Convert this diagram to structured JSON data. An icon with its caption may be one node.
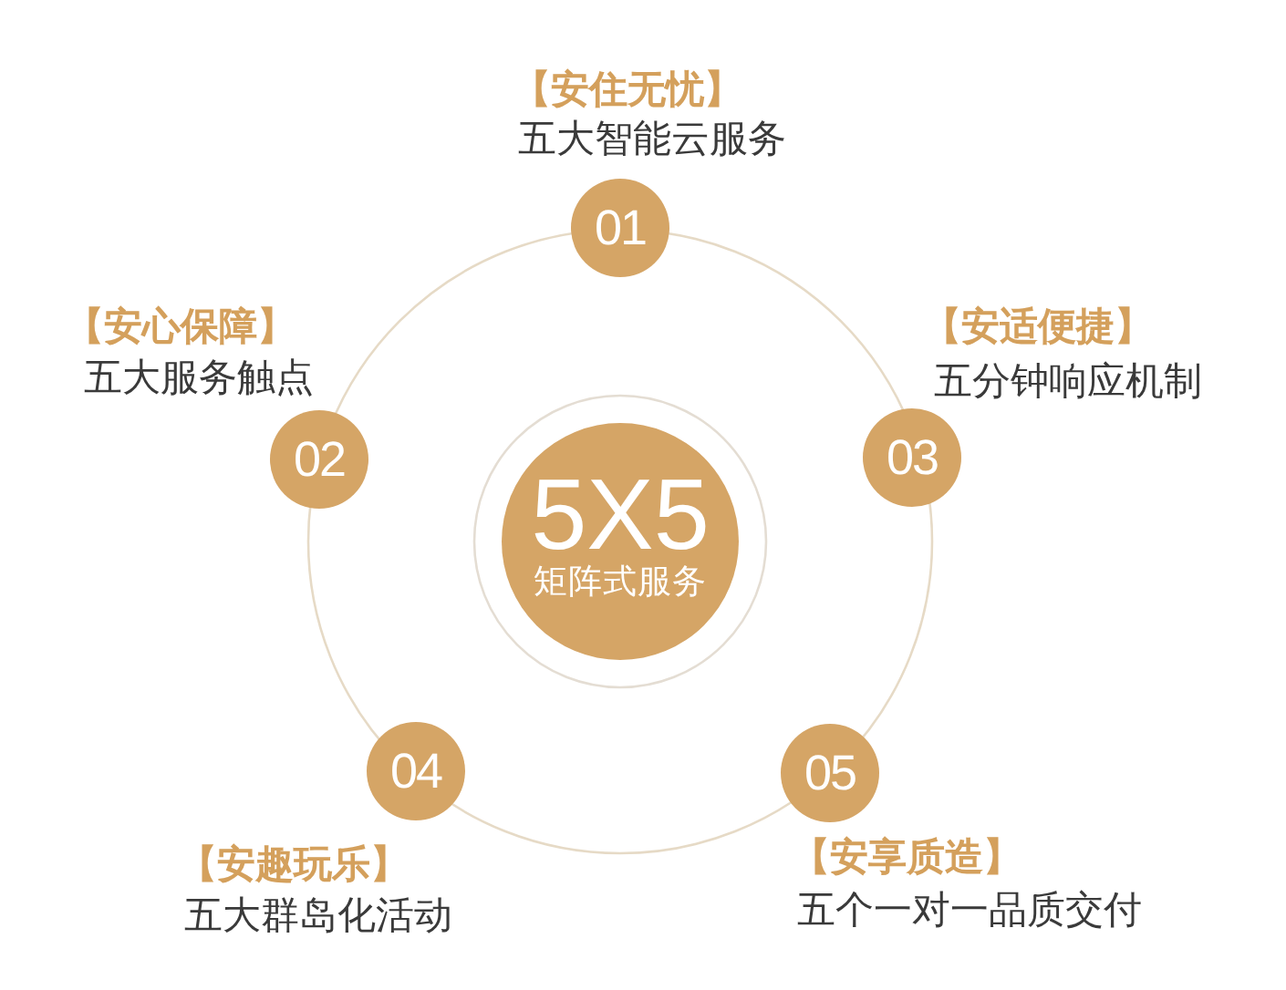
{
  "diagram": {
    "nodes": [
      {
        "text": [
          "5X5",
          "矩阵式服务"
        ]
      },
      {
        "text": [
          "01"
        ],
        "beside": [
          "【安住无忧】",
          "五大智能云服务"
        ]
      },
      {
        "text": [
          "02"
        ],
        "beside": [
          "【安心保障】",
          "五大服务触点"
        ]
      },
      {
        "text": [
          "03"
        ],
        "beside": [
          "【安适便捷】",
          "五分钟响应机制"
        ]
      },
      {
        "text": [
          "04"
        ],
        "beside": [
          "【安趣玩乐】",
          "五大群岛化活动"
        ]
      },
      {
        "text": [
          "05"
        ],
        "beside": [
          "【安享质造】",
          "五个一对一品质交付"
        ]
      }
    ]
  }
}
